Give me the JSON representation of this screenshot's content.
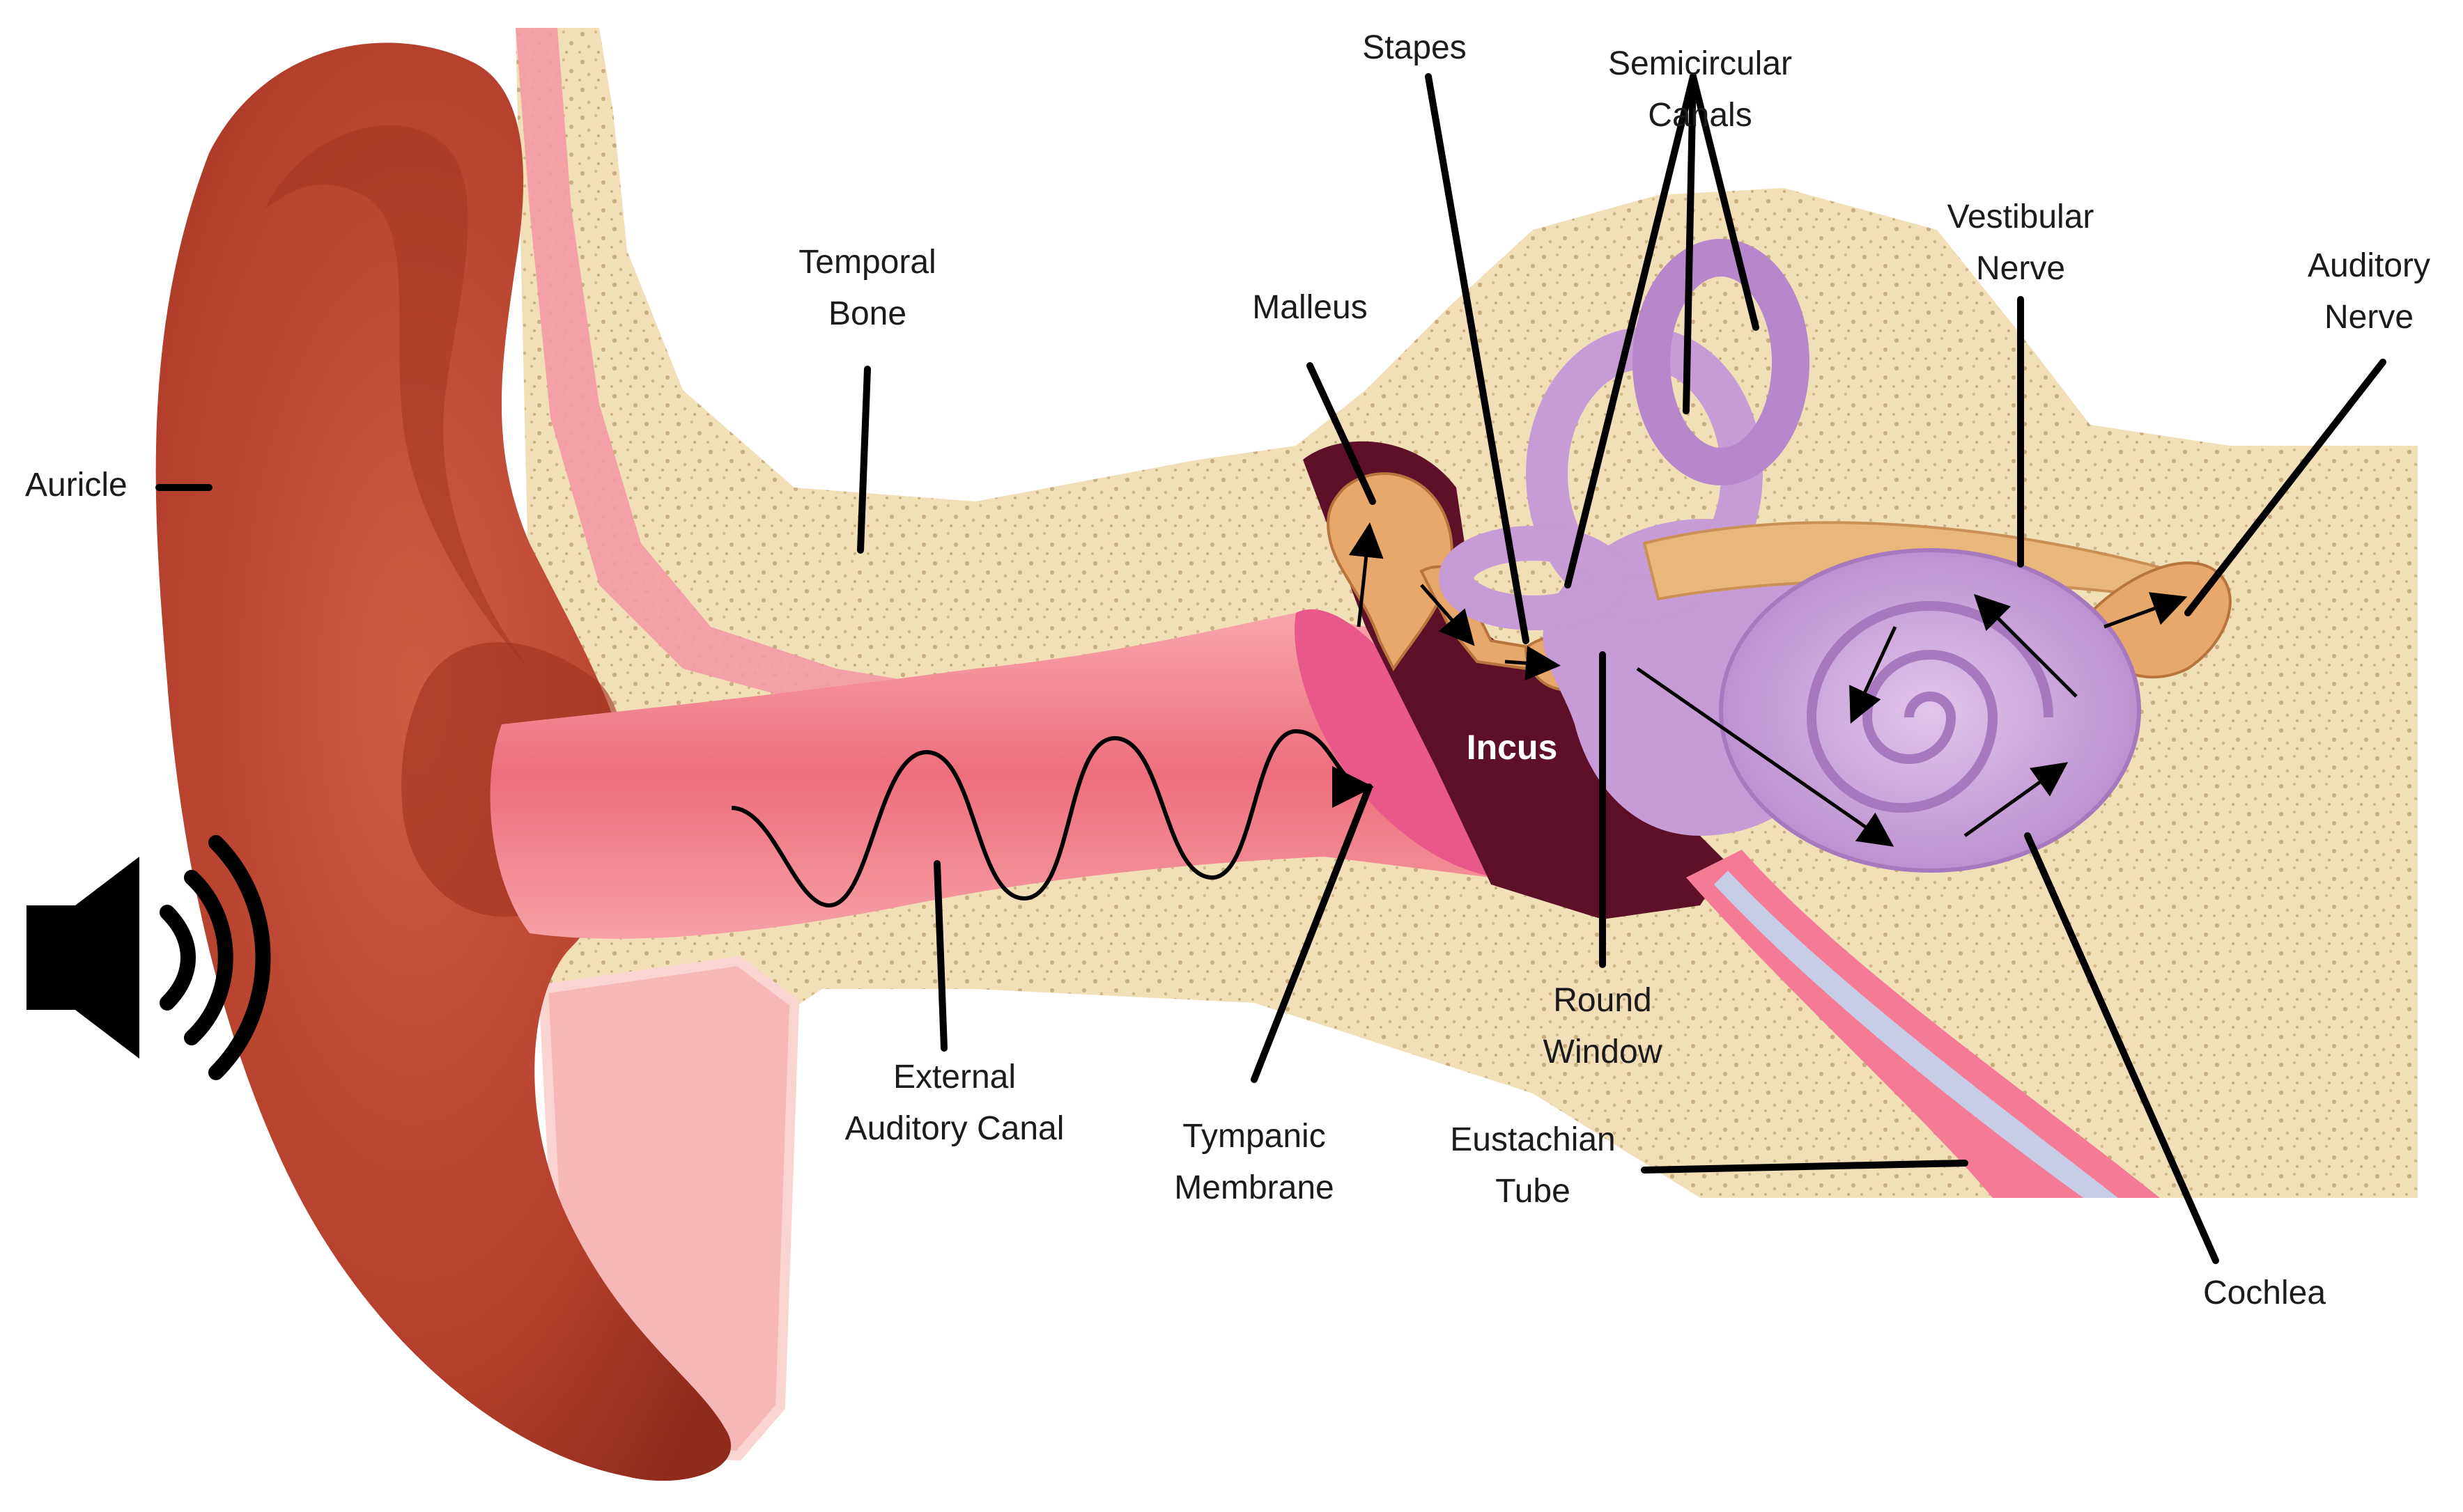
{
  "diagram": {
    "labels": {
      "auricle": "Auricle",
      "temporal_bone": [
        "Temporal",
        "Bone"
      ],
      "malleus": "Malleus",
      "stapes": "Stapes",
      "semicircular_canals": [
        "Semicircular",
        "Canals"
      ],
      "vestibular_nerve": [
        "Vestibular",
        "Nerve"
      ],
      "auditory_nerve": [
        "Auditory",
        "Nerve"
      ],
      "incus": "Incus",
      "external_auditory_canal": [
        "External",
        "Auditory Canal"
      ],
      "tympanic_membrane": [
        "Tympanic",
        "Membrane"
      ],
      "round_window": [
        "Round",
        "Window"
      ],
      "eustachian_tube": [
        "Eustachian",
        "Tube"
      ],
      "cochlea": "Cochlea"
    },
    "icons": [
      "speaker-icon",
      "sound-waves-icon"
    ],
    "colors": {
      "skin": "#b8442f",
      "skin_light": "#d96a55",
      "bone": "#f1dfb8",
      "bone_pore": "#c9ad7e",
      "canal_pink": "#f07f8c",
      "middle_ear": "#5e1028",
      "ossicle": "#e9a86b",
      "labyrinth": "#c79bd6",
      "labyrinth_dark": "#a778bd",
      "nerve": "#e8b87a",
      "line": "#000000"
    }
  }
}
